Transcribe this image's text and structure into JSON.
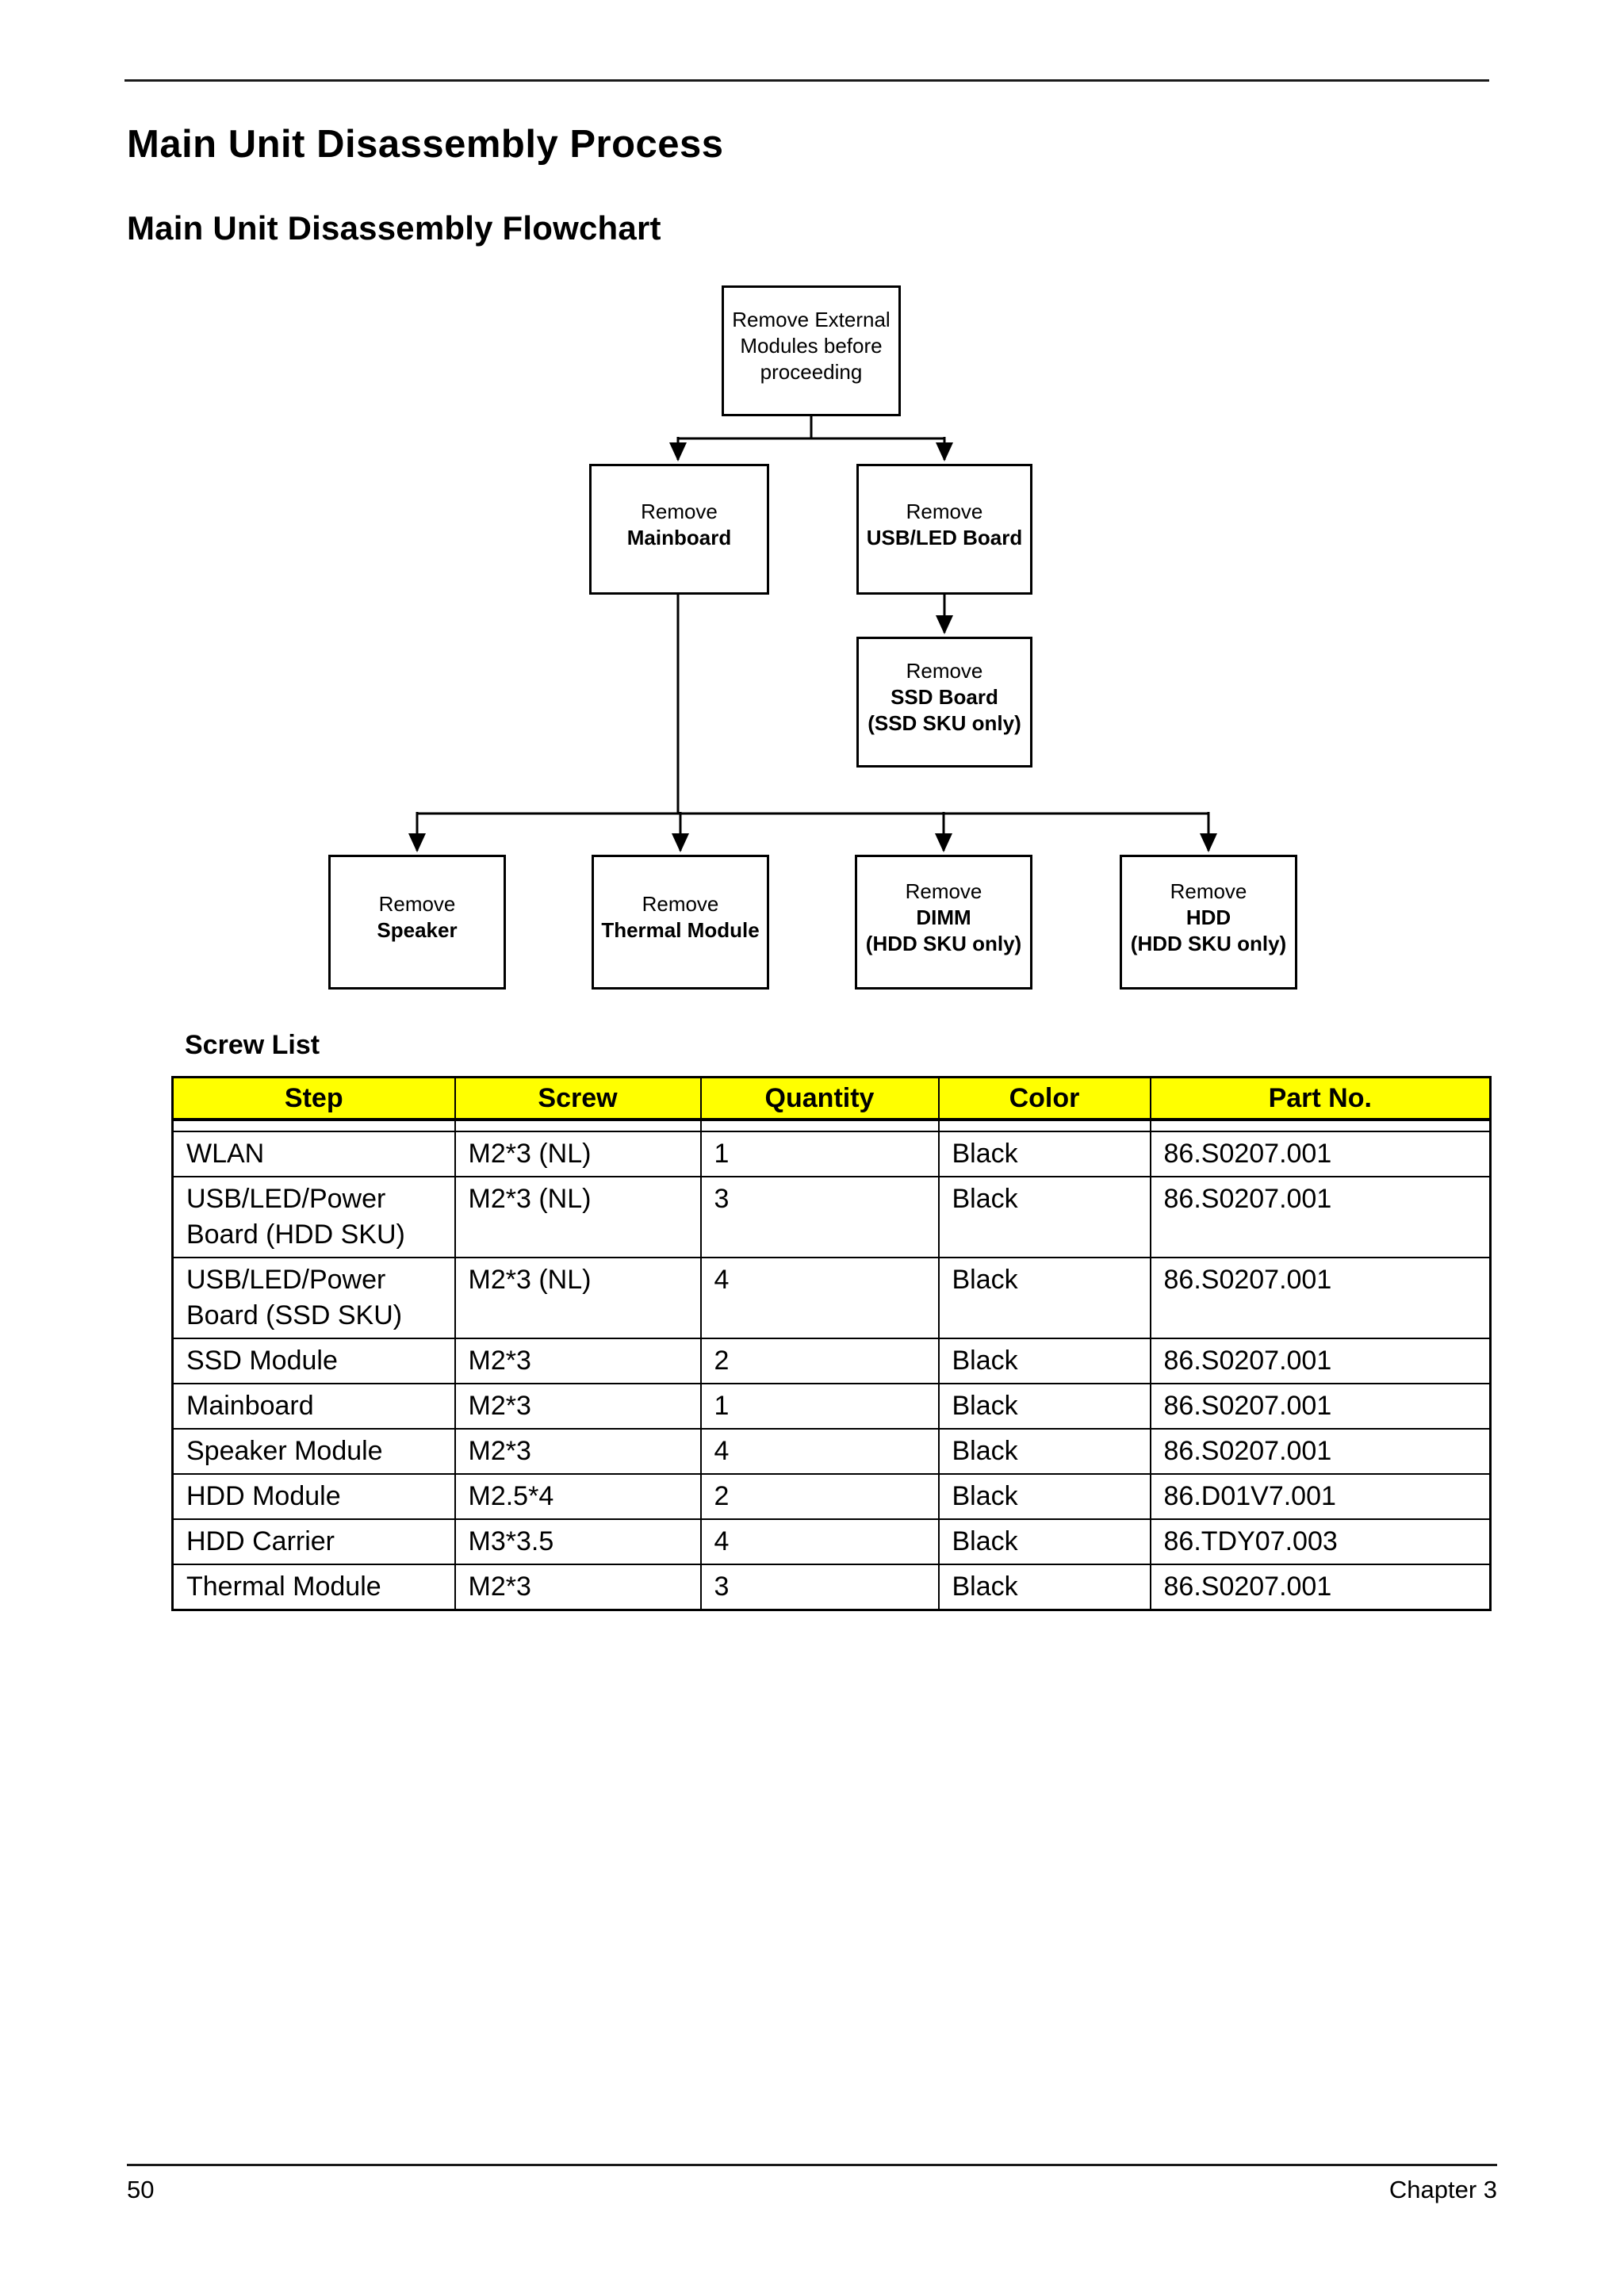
{
  "page": {
    "title": "Main Unit Disassembly Process",
    "subtitle": "Main Unit Disassembly Flowchart",
    "footer": {
      "page_number": "50",
      "chapter": "Chapter 3"
    }
  },
  "flowchart": {
    "nodes": [
      {
        "id": "external-modules",
        "lines": [
          {
            "text": "Remove External",
            "bold": false
          },
          {
            "text": "Modules before",
            "bold": false
          },
          {
            "text": "proceeding",
            "bold": false
          }
        ]
      },
      {
        "id": "mainboard",
        "lines": [
          {
            "text": "Remove",
            "bold": false
          },
          {
            "text": "Mainboard",
            "bold": true
          }
        ]
      },
      {
        "id": "usb-led-board",
        "lines": [
          {
            "text": "Remove",
            "bold": false
          },
          {
            "text": "USB/LED Board",
            "bold": true
          }
        ]
      },
      {
        "id": "ssd-board",
        "lines": [
          {
            "text": "Remove",
            "bold": false
          },
          {
            "text": "SSD Board",
            "bold": true
          },
          {
            "text": "(SSD SKU only)",
            "bold": true
          }
        ]
      },
      {
        "id": "speaker",
        "lines": [
          {
            "text": "Remove",
            "bold": false
          },
          {
            "text": "Speaker",
            "bold": true
          }
        ]
      },
      {
        "id": "thermal-module",
        "lines": [
          {
            "text": "Remove",
            "bold": false
          },
          {
            "text": "Thermal Module",
            "bold": true
          }
        ]
      },
      {
        "id": "dimm",
        "lines": [
          {
            "text": "Remove",
            "bold": false
          },
          {
            "text": "DIMM",
            "bold": true
          },
          {
            "text": "(HDD SKU only)",
            "bold": true
          }
        ]
      },
      {
        "id": "hdd",
        "lines": [
          {
            "text": "Remove",
            "bold": false
          },
          {
            "text": "HDD",
            "bold": true
          },
          {
            "text": "(HDD SKU only)",
            "bold": true
          }
        ]
      }
    ]
  },
  "screw_list": {
    "heading": "Screw List",
    "header_bg": "#FFFF00",
    "columns": [
      "Step",
      "Screw",
      "Quantity",
      "Color",
      "Part No."
    ],
    "rows": [
      [
        "WLAN",
        "M2*3 (NL)",
        "1",
        "Black",
        "86.S0207.001"
      ],
      [
        "USB/LED/Power\nBoard (HDD SKU)",
        "M2*3 (NL)",
        "3",
        "Black",
        "86.S0207.001"
      ],
      [
        "USB/LED/Power\nBoard (SSD SKU)",
        "M2*3 (NL)",
        "4",
        "Black",
        "86.S0207.001"
      ],
      [
        "SSD Module",
        "M2*3",
        "2",
        "Black",
        "86.S0207.001"
      ],
      [
        "Mainboard",
        "M2*3",
        "1",
        "Black",
        "86.S0207.001"
      ],
      [
        "Speaker Module",
        "M2*3",
        "4",
        "Black",
        "86.S0207.001"
      ],
      [
        "HDD Module",
        "M2.5*4",
        "2",
        "Black",
        "86.D01V7.001"
      ],
      [
        "HDD Carrier",
        "M3*3.5",
        "4",
        "Black",
        "86.TDY07.003"
      ],
      [
        "Thermal Module",
        "M2*3",
        "3",
        "Black",
        "86.S0207.001"
      ]
    ]
  }
}
